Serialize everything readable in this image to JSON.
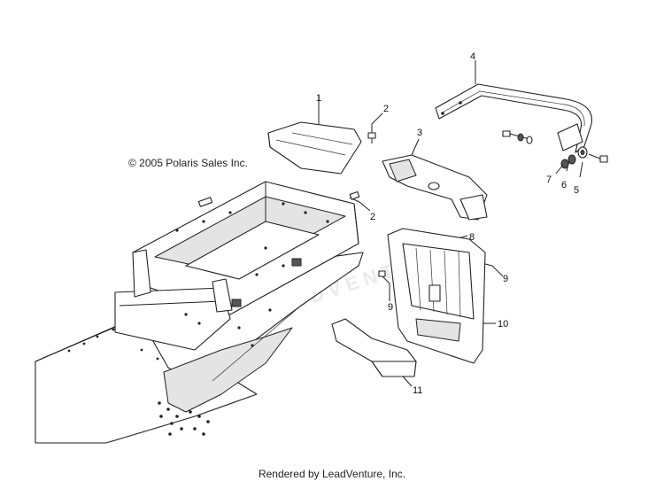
{
  "diagram": {
    "copyright": "© 2005 Polaris Sales Inc.",
    "footer": "Rendered by LeadVenture, Inc.",
    "watermark": "LEADVENTURE",
    "callouts": [
      {
        "id": "1",
        "label": "1"
      },
      {
        "id": "2a",
        "label": "2"
      },
      {
        "id": "2b",
        "label": "2"
      },
      {
        "id": "3",
        "label": "3"
      },
      {
        "id": "4",
        "label": "4"
      },
      {
        "id": "5",
        "label": "5"
      },
      {
        "id": "6",
        "label": "6"
      },
      {
        "id": "7",
        "label": "7"
      },
      {
        "id": "8",
        "label": "8"
      },
      {
        "id": "9a",
        "label": "9"
      },
      {
        "id": "9b",
        "label": "9"
      },
      {
        "id": "10",
        "label": "10"
      },
      {
        "id": "11",
        "label": "11"
      }
    ],
    "colors": {
      "line": "#222222",
      "background": "#ffffff",
      "watermark": "#d8d8d8"
    }
  }
}
